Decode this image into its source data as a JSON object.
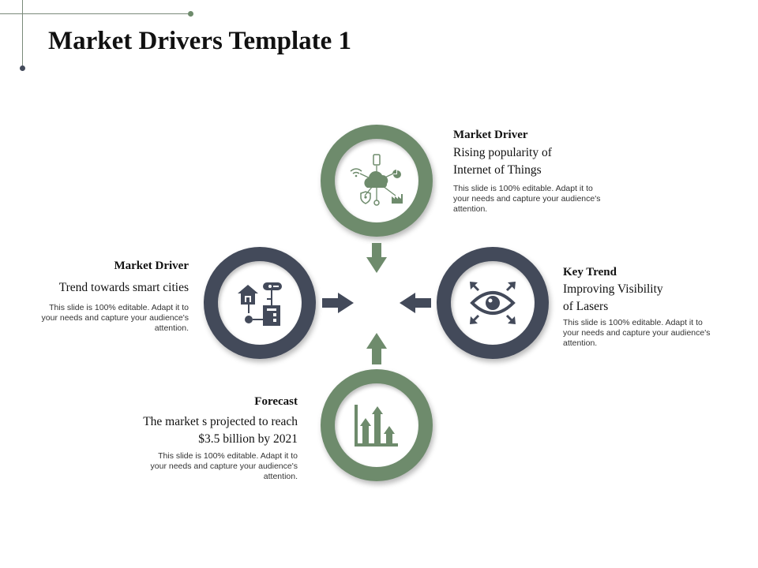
{
  "slide": {
    "title": "Market Drivers Template 1"
  },
  "colors": {
    "green": "#6e8b6c",
    "slate": "#434a5a",
    "decor": "#6e8b6c"
  },
  "nodes": {
    "top": {
      "heading": "Market Driver",
      "subtitle_line1": "Rising popularity of",
      "subtitle_line2": "Internet of Things",
      "body_line1": "This slide is 100% editable. Adapt it to",
      "body_line2": "your needs and capture your audience's",
      "body_line3": "attention.",
      "icon": "iot-cloud-network-icon"
    },
    "left": {
      "heading": "Market Driver",
      "subtitle_line1": "Trend towards smart cities",
      "body_line1": "This slide is 100% editable. Adapt it to",
      "body_line2": "your needs and capture your audience's",
      "body_line3": "attention.",
      "icon": "smart-city-icon"
    },
    "right": {
      "heading": "Key Trend",
      "subtitle_line1": "Improving Visibility",
      "subtitle_line2": "of Lasers",
      "body_line1": "This slide is 100% editable. Adapt it to",
      "body_line2": "your needs and capture your audience's",
      "body_line3": "attention.",
      "icon": "eye-vision-icon"
    },
    "bottom": {
      "heading": "Forecast",
      "subtitle_line1": "The market s projected to reach",
      "subtitle_line2": "$3.5 billion  by 2021",
      "body_line1": "This slide is 100% editable. Adapt it to",
      "body_line2": "your needs and capture your audience's",
      "body_line3": "attention.",
      "icon": "growth-bar-chart-icon"
    }
  }
}
